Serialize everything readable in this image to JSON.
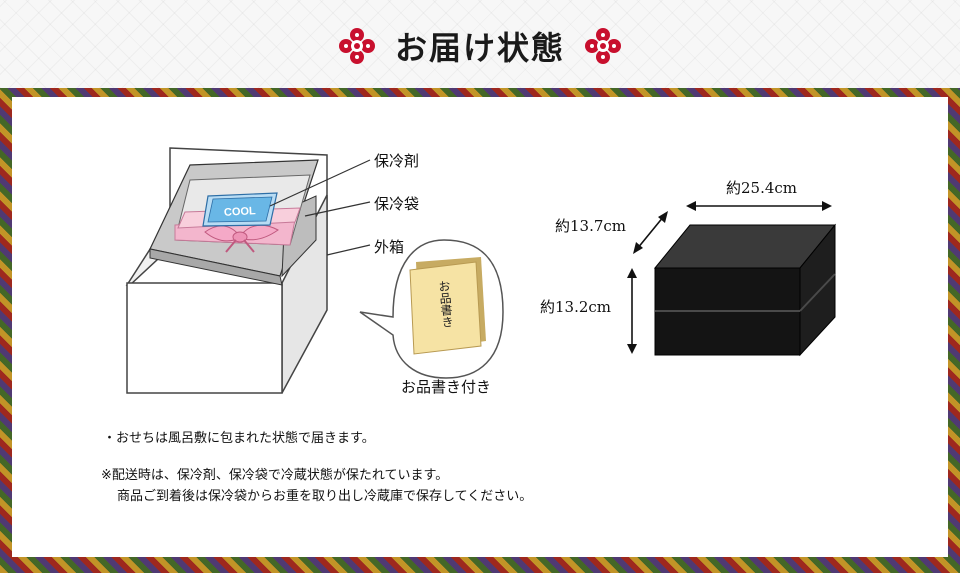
{
  "header": {
    "title": "お届け状態"
  },
  "illustration": {
    "cool_pack_text": "COOL",
    "label_cold_pack": "保冷剤",
    "label_cold_bag": "保冷袋",
    "label_outer_box": "外箱",
    "menu_card_text": "お品書き",
    "menu_card_caption": "お品書き付き"
  },
  "dimensions": {
    "width": "約25.4cm",
    "depth": "約13.7cm",
    "height": "約13.2cm"
  },
  "notes": {
    "line1": "・おせちは風呂敷に包まれた状態で届きます。",
    "line2": "※配送時は、保冷剤、保冷袋で冷蔵状態が保たれています。",
    "line3": "商品ご到着後は保冷袋からお重を取り出し冷蔵庫で保存してください。"
  },
  "colors": {
    "crest_red": "#c8102e",
    "border_red": "#8a2a1c",
    "box_black": "#111111",
    "furoshiki_pink": "#f3b6cd",
    "cool_pack_blue": "#69b7e6",
    "menu_card_yellow": "#f6e3a4"
  }
}
